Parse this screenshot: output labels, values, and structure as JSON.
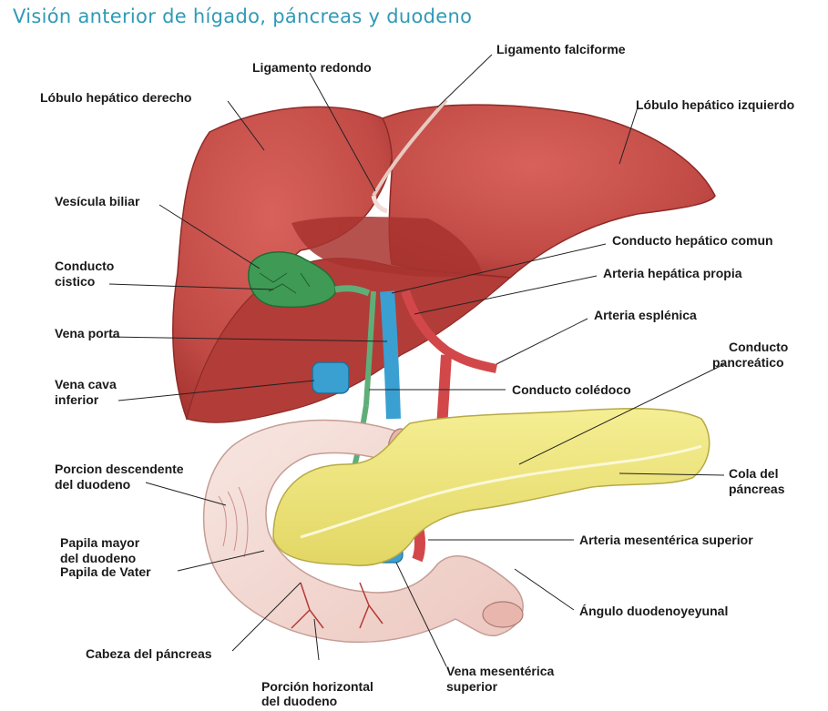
{
  "title": "Visión anterior de hígado, páncreas y duodeno",
  "labels": {
    "ligamento_falciforme": "Ligamento falciforme",
    "ligamento_redondo": "Ligamento redondo",
    "lobulo_derecho": "Lóbulo hepático derecho",
    "lobulo_izquierdo": "Lóbulo hepático izquierdo",
    "vesicula_biliar": "Vesícula biliar",
    "conducto_hepatico_comun": "Conducto hepático comun",
    "conducto_cistico_1": "Conducto",
    "conducto_cistico_2": "cistico",
    "arteria_hepatica_propia": "Arteria hepática propia",
    "vena_porta": "Vena porta",
    "arteria_esplenica": "Arteria esplénica",
    "conducto_pancreatico_1": "Conducto",
    "conducto_pancreatico_2": "pancreático",
    "vena_cava_1": "Vena cava",
    "vena_cava_2": "inferior",
    "conducto_coledoco": "Conducto colédoco",
    "porcion_descendente_1": "Porcion descendente",
    "porcion_descendente_2": "del duodeno",
    "cola_pancreas_1": "Cola del",
    "cola_pancreas_2": "páncreas",
    "papila_1": "Papila mayor",
    "papila_2": "del duodeno",
    "papila_3": "Papila de Vater",
    "arteria_mesenterica": "Arteria mesentérica superior",
    "angulo_duodenoyeyunal": "Ángulo duodenoyeyunal",
    "cabeza_pancreas": "Cabeza del páncreas",
    "vena_mesenterica_1": "Vena mesentérica",
    "vena_mesenterica_2": "superior",
    "porcion_horizontal_1": "Porción horizontal",
    "porcion_horizontal_2": "del duodeno"
  },
  "colors": {
    "title": "#2f9ab7",
    "liver": "#c8504a",
    "liver_dark": "#9e2f2d",
    "gallbladder": "#3f9a55",
    "duct": "#5fae78",
    "vein": "#3a9fd1",
    "artery": "#d2484a",
    "pancreas": "#eee57a",
    "duodenum": "#f4dcd6",
    "leader": "#222222"
  }
}
